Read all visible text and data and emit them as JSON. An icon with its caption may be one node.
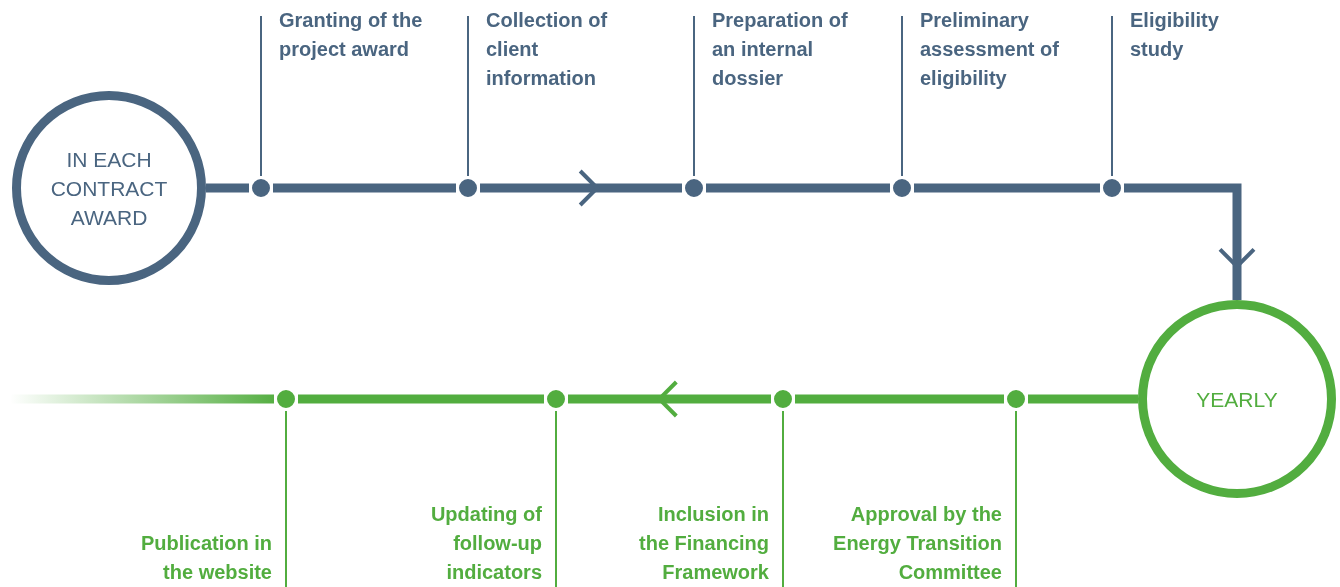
{
  "diagram": {
    "nodes": [
      {
        "text": [
          "IN EACH CONTRACT AWARD"
        ]
      },
      {
        "text": [],
        "shape": "circle"
      },
      {
        "text": [],
        "shape": "circle"
      },
      {
        "text": [],
        "shape": "circle"
      },
      {
        "text": [],
        "shape": "circle"
      },
      {
        "text": [],
        "shape": "circle"
      },
      {
        "text": [
          "Granting of the project award"
        ]
      },
      {
        "text": [
          "Collection of client information"
        ]
      },
      {
        "text": [
          "Preparation of an internal dossier"
        ]
      },
      {
        "text": [
          "Preliminary assessment of eligibility"
        ]
      },
      {
        "text": [
          "Eligibility study"
        ]
      },
      {
        "text": [
          "YEARLY"
        ]
      },
      {
        "text": [],
        "shape": "circle"
      },
      {
        "text": [],
        "shape": "circle"
      },
      {
        "text": [],
        "shape": "circle"
      },
      {
        "text": [],
        "shape": "circle"
      },
      {
        "text": [
          "Approval by the Energy Transition Committee"
        ]
      },
      {
        "text": [
          "Inclusion in the Financing Framework"
        ]
      },
      {
        "text": [
          "Updating of follow-up indicators"
        ]
      },
      {
        "text": [
          "Publication in the website"
        ]
      }
    ],
    "edges": [
      {
        "from": 0,
        "to": 1,
        "arrow": "none"
      },
      {
        "from": 1,
        "to": 2,
        "arrow": "none"
      },
      {
        "from": 2,
        "to": 3,
        "arrow": "to"
      },
      {
        "from": 3,
        "to": 4,
        "arrow": "none"
      },
      {
        "from": 4,
        "to": 5,
        "arrow": "none"
      },
      {
        "from": 5,
        "to": 11,
        "arrow": "to"
      },
      {
        "from": 6,
        "to": 1,
        "arrow": "none"
      },
      {
        "from": 7,
        "to": 2,
        "arrow": "none"
      },
      {
        "from": 8,
        "to": 3,
        "arrow": "none"
      },
      {
        "from": 9,
        "to": 4,
        "arrow": "none"
      },
      {
        "from": 10,
        "to": 5,
        "arrow": "none"
      },
      {
        "from": 11,
        "to": 12,
        "arrow": "none",
        "color": "#52ad3f"
      },
      {
        "from": 12,
        "to": 13,
        "arrow": "none",
        "color": "#52ad3f"
      },
      {
        "from": 13,
        "to": 14,
        "arrow": "to",
        "color": "#52ad3f"
      },
      {
        "from": 14,
        "to": 15,
        "arrow": "none",
        "color": "#52ad3f"
      },
      {
        "from": 15,
        "to": null,
        "arrow": "none",
        "color": "#52ad3f"
      },
      {
        "from": 16,
        "to": 12,
        "arrow": "none",
        "color": "#52ad3f"
      },
      {
        "from": 17,
        "to": 13,
        "arrow": "none",
        "color": "#52ad3f"
      },
      {
        "from": 18,
        "to": 14,
        "arrow": "none",
        "color": "#52ad3f"
      },
      {
        "from": 19,
        "to": 15,
        "arrow": "none",
        "color": "#52ad3f"
      }
    ]
  }
}
